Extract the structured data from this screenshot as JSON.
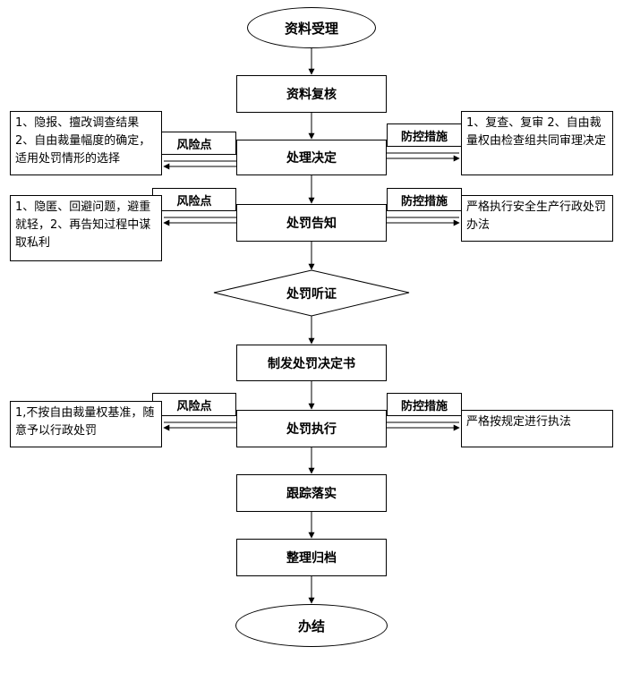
{
  "nodes": {
    "start": "资料受理",
    "review": "资料复核",
    "decision": "处理决定",
    "notice": "处罚告知",
    "hearing": "处罚听证",
    "issue": "制发处罚决定书",
    "execute": "处罚执行",
    "track": "跟踪落实",
    "archive": "整理归档",
    "end": "办结"
  },
  "labels": {
    "risk_point": "风险点",
    "control_measure": "防控措施"
  },
  "notes": {
    "risk_decision": "1、隐报、擅改调查结果 2、自由裁量幅度的确定，适用处罚情形的选择",
    "control_decision": "1、复查、复审 2、自由裁量权由检查组共同审理决定",
    "risk_notice": "1、隐匿、回避问题，避重就轻，2、再告知过程中谋取私利",
    "control_notice": "严格执行安全生产行政处罚办法",
    "risk_execute": "1,不按自由裁量权基准，随意予以行政处罚",
    "control_execute": "严格按规定进行执法"
  }
}
